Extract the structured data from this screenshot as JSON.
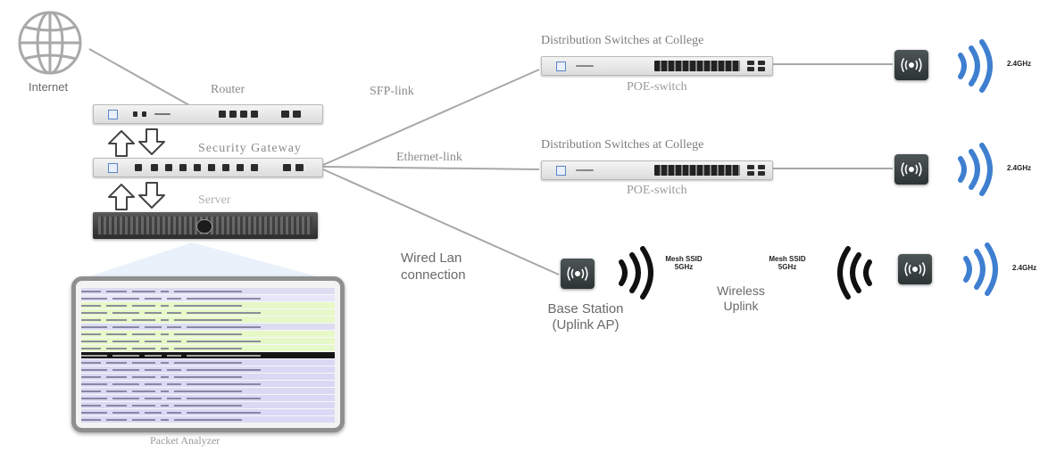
{
  "internet": {
    "label": "Internet"
  },
  "router": {
    "label": "Router"
  },
  "gateway": {
    "label": "Security Gateway"
  },
  "server": {
    "label": "Server"
  },
  "analyzer": {
    "label": "Packet Analyzer",
    "row_colors": [
      "#dcdcf2",
      "#e6e6f8",
      "#e7f8c8",
      "#e7f8c8",
      "#e7f8c8",
      "#dcdcf2",
      "#e7f8c8",
      "#e7f8c8",
      "#e7f8c8",
      "#151515",
      "#d9d9f5",
      "#d9d9f5",
      "#d9d9f5",
      "#d9d9f5",
      "#d9d9f5",
      "#d9d9f5",
      "#d9d9f5",
      "#d9d9f5",
      "#d9d9f5",
      "#d9d9f5",
      "#d9d9f5",
      "#d9d9f5",
      "#151515",
      "#d9d9f5",
      "#d9d9f5"
    ]
  },
  "links": {
    "sfp": "SFP-link",
    "ethernet": "Ethernet-link",
    "wired_line1": "Wired Lan",
    "wired_line2": "connection"
  },
  "switches": [
    {
      "title": "Distribution Switches at College",
      "subtitle": "POE-switch",
      "band": "2.4GHz"
    },
    {
      "title": "Distribution Switches at College",
      "subtitle": "POE-switch",
      "band": "2.4GHz"
    }
  ],
  "mesh": {
    "base_line1": "Base Station",
    "base_line2": "(Uplink AP)",
    "ssid_left_1": "Mesh SSID",
    "ssid_left_2": "5GHz",
    "ssid_right_1": "Mesh SSID",
    "ssid_right_2": "5GHz",
    "uplink_1": "Wireless",
    "uplink_2": "Uplink",
    "band": "2.4GHz"
  },
  "colors": {
    "link_line": "#a8a8a8",
    "wifi_blue": "#3f7fd0",
    "wifi_black": "#111111",
    "ap_body": "#343c3c",
    "globe": "#a9a9a9"
  },
  "icons": {
    "globe": "globe-icon",
    "access_point": "access-point-icon",
    "wifi_waves": "wifi-waves-icon",
    "arrows": "up-down-arrows-icon"
  }
}
